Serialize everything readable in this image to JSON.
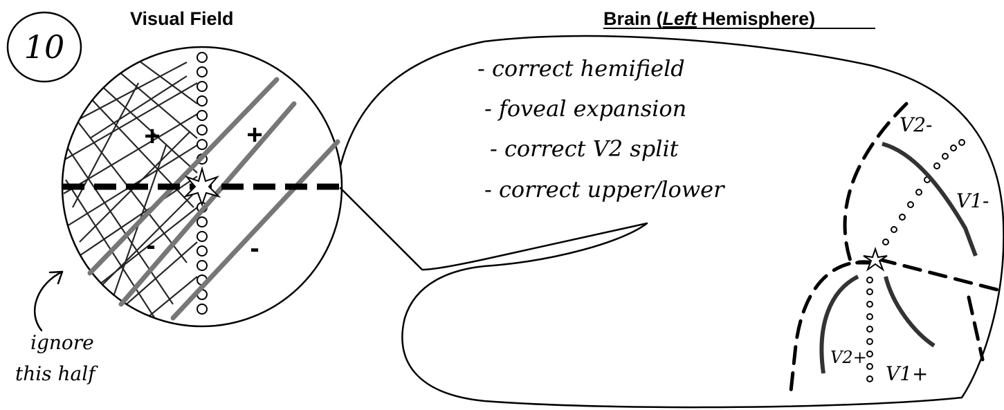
{
  "headings": {
    "visual_field": "Visual Field",
    "brain_prefix": "Brain (",
    "brain_emph": "Left",
    "brain_suffix": " Hemisphere)"
  },
  "problem_number": "10",
  "visual_field_signs": {
    "upper_left": "+",
    "upper_right": "+",
    "lower_left": "-",
    "lower_right": "-"
  },
  "ignore_note": [
    "ignore",
    "this half"
  ],
  "checklist": [
    "- correct hemifield",
    "- foveal expansion",
    "- correct V2 split",
    "- correct upper/lower"
  ],
  "area_labels": {
    "v2_minus": "V2-",
    "v1_minus": "V1-",
    "v2_plus": "V2+",
    "v1_plus": "V1+"
  }
}
